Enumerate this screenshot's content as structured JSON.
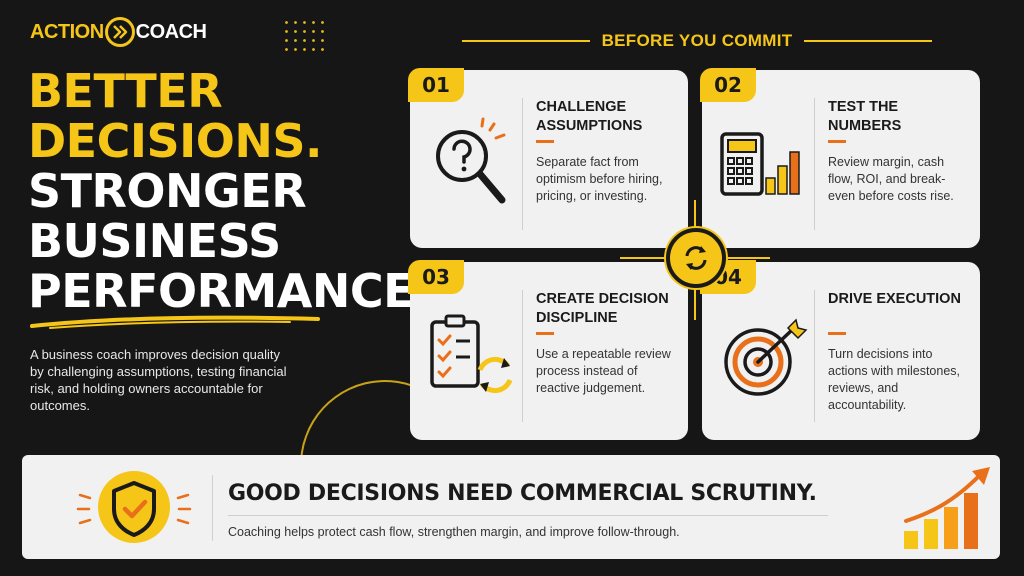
{
  "logo": {
    "action": "ACTION",
    "coach": "COACH"
  },
  "headline": {
    "line1": "BETTER",
    "line2": "DECISIONS.",
    "line3": "STRONGER",
    "line4": "BUSINESS",
    "line5": "PERFORMANCE."
  },
  "intro": "A business coach improves decision quality by challenging assumptions, testing financial risk, and holding owners accountable for outcomes.",
  "section_heading": "BEFORE YOU COMMIT",
  "cards": [
    {
      "number": "01",
      "title": "CHALLENGE ASSUMPTIONS",
      "text": "Separate fact from optimism before hiring, pricing, or investing.",
      "icon": "magnifier-question-icon"
    },
    {
      "number": "02",
      "title": "TEST THE NUMBERS",
      "text": "Review margin, cash flow, ROI, and break-even before costs rise.",
      "icon": "calculator-chart-icon"
    },
    {
      "number": "03",
      "title": "CREATE DECISION DISCIPLINE",
      "text": "Use a repeatable review process instead of reactive judgement.",
      "icon": "checklist-cycle-icon"
    },
    {
      "number": "04",
      "title": "DRIVE EXECUTION",
      "text": "Turn decisions into actions with milestones, reviews, and accountability.",
      "icon": "target-arrow-icon"
    }
  ],
  "banner": {
    "title": "GOOD DECISIONS NEED COMMERCIAL SCRUTINY.",
    "text": "Coaching helps protect cash flow, strengthen margin, and improve follow-through."
  },
  "colors": {
    "accent": "#f5c518",
    "orange": "#e8701a",
    "background": "#161616",
    "card": "#f1f1f1"
  }
}
